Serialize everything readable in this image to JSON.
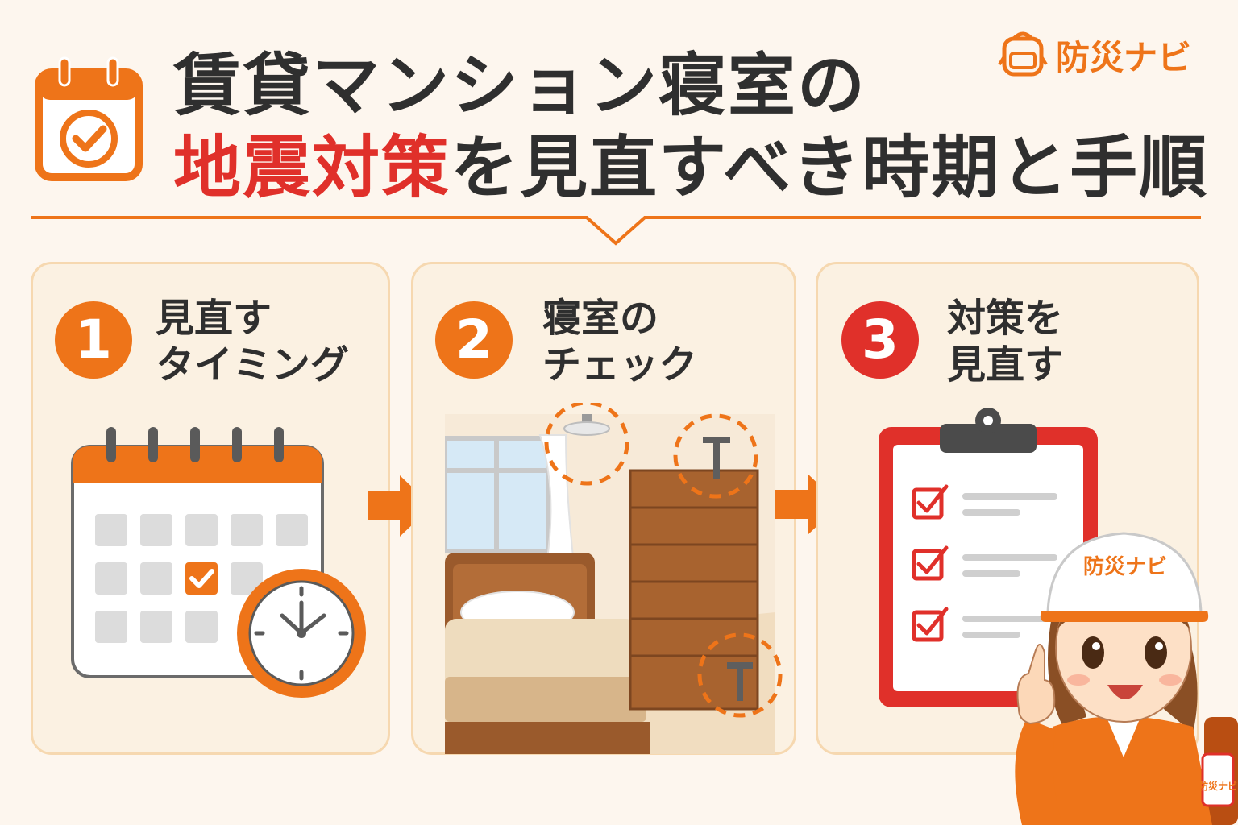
{
  "brand": {
    "name": "防災ナビ"
  },
  "title": {
    "line1": "賃貸マンション寝室の",
    "line2_highlight": "地震対策",
    "line2_rest": "を見直すべき時期と手順"
  },
  "steps": [
    {
      "number": "1",
      "label_line1": "見直す",
      "label_line2": "タイミング"
    },
    {
      "number": "2",
      "label_line1": "寝室の",
      "label_line2": "チェック"
    },
    {
      "number": "3",
      "label_line1": "対策を",
      "label_line2": "見直す"
    }
  ],
  "mascot": {
    "helmet_text": "防災ナビ",
    "badge_text": "防災ナビ"
  },
  "colors": {
    "accent_orange": "#ee7419",
    "accent_red": "#e0302a",
    "panel_bg": "#fbf1e2",
    "panel_border": "#f6d8b0",
    "page_bg": "#fdf6ee"
  }
}
